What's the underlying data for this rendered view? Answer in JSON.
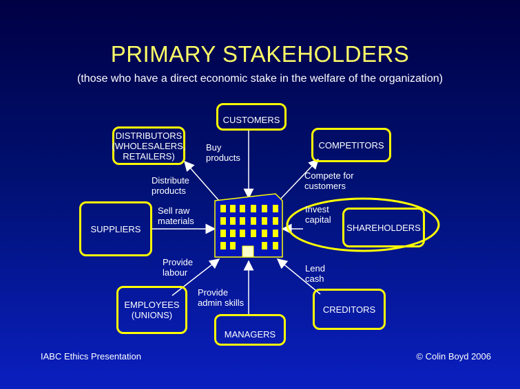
{
  "title": "PRIMARY STAKEHOLDERS",
  "subtitle": "(those who have a direct economic stake in the welfare of the organization)",
  "stakeholders": {
    "customers": "CUSTOMERS",
    "distributors": "DISTRIBUTORS (WHOLESALERS, RETAILERS)",
    "competitors": "COMPETITORS",
    "suppliers": "SUPPLIERS",
    "shareholders": "SHAREHOLDERS",
    "employees": "EMPLOYEES (UNIONS)",
    "creditors": "CREDITORS",
    "managers": "MANAGERS"
  },
  "relations": {
    "buy": "Buy products",
    "distribute": "Distribute products",
    "compete": "Compete for customers",
    "sell": "Sell raw materials",
    "invest": "Invest capital",
    "labour": "Provide labour",
    "lend": "Lend cash",
    "admin": "Provide admin skills"
  },
  "footer": {
    "left": "IABC Ethics Presentation",
    "right": "© Colin Boyd 2006"
  },
  "colors": {
    "title": "#ffff66",
    "border": "#ffff00",
    "building": "#ffff00",
    "text": "#ffffff"
  }
}
